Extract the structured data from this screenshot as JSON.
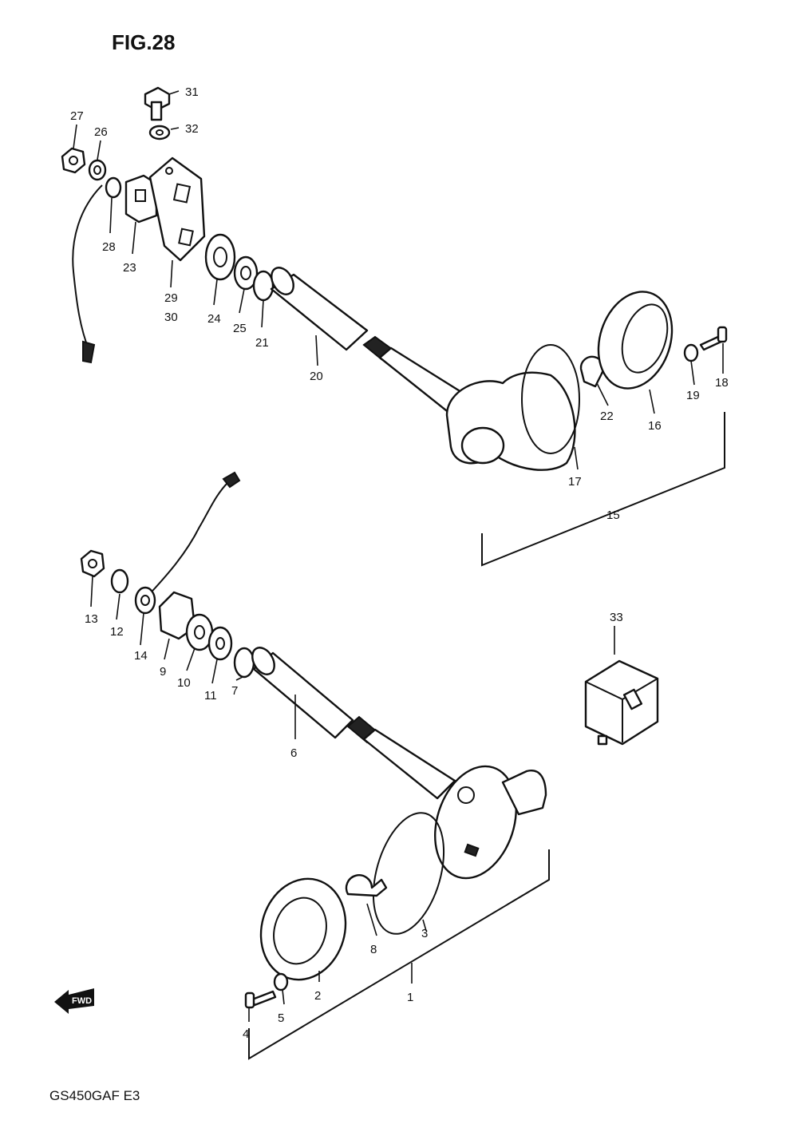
{
  "figure": {
    "title": "FIG.28",
    "model": "GS450GAF E3",
    "forward_label": "FWD"
  },
  "labels": {
    "p1": "1",
    "p2": "2",
    "p3": "3",
    "p4": "4",
    "p5": "5",
    "p6": "6",
    "p7": "7",
    "p8": "8",
    "p9": "9",
    "p10": "10",
    "p11": "11",
    "p12": "12",
    "p13": "13",
    "p14": "14",
    "p15": "15",
    "p16": "16",
    "p17": "17",
    "p18": "18",
    "p19": "19",
    "p20": "20",
    "p21": "21",
    "p22": "22",
    "p23": "23",
    "p24": "24",
    "p25": "25",
    "p26": "26",
    "p27": "27",
    "p28": "28",
    "p29": "29",
    "p30": "30",
    "p31": "31",
    "p32": "32",
    "p33": "33"
  }
}
